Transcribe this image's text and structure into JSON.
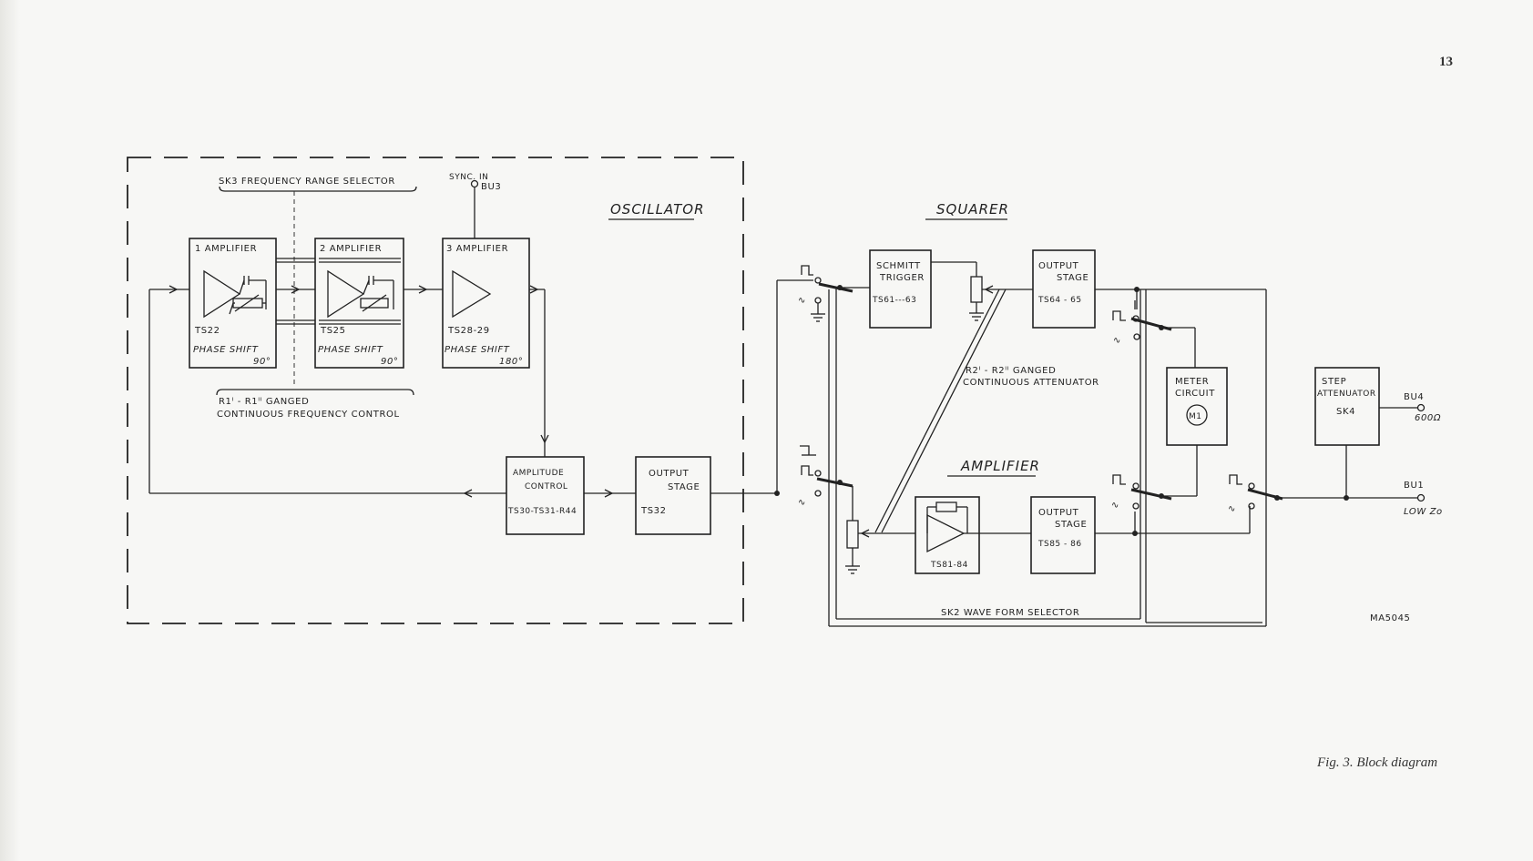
{
  "page": {
    "number": "13",
    "caption": "Fig. 3. Block diagram",
    "drawing_ref": "MA5045"
  },
  "sections": {
    "oscillator": "OSCILLATOR",
    "squarer": "SQUARER",
    "amplifier": "AMPLIFIER"
  },
  "selectors": {
    "sk3": "SK3 FREQUENCY RANGE SELECTOR",
    "sk2": "SK2 WAVE FORM SELECTOR",
    "sync_in": "SYNC. IN",
    "bu3": "BU3"
  },
  "frequency_control": {
    "line1": "R1ᴵ - R1ᴵᴵ GANGED",
    "line2": "CONTINUOUS FREQUENCY CONTROL"
  },
  "attenuator_control": {
    "line1": "R2ᴵ - R2ᴵᴵ GANGED",
    "line2": "CONTINUOUS ATTENUATOR"
  },
  "blocks": {
    "amp1": {
      "title": "1 AMPLIFIER",
      "ref": "TS22",
      "phase": "PHASE SHIFT",
      "angle": "90°"
    },
    "amp2": {
      "title": "2 AMPLIFIER",
      "ref": "TS25",
      "phase": "PHASE SHIFT",
      "angle": "90°"
    },
    "amp3": {
      "title": "3 AMPLIFIER",
      "ref": "TS28-29",
      "phase": "PHASE SHIFT",
      "angle": "180°"
    },
    "amplitude_control": {
      "line1": "AMPLITUDE",
      "line2": "CONTROL",
      "ref": "TS30-TS31-R44"
    },
    "osc_output_stage": {
      "line1": "OUTPUT",
      "line2": "STAGE",
      "ref": "TS32"
    },
    "schmitt_trigger": {
      "line1": "SCHMITT",
      "line2": "TRIGGER",
      "ref": "TS61---63"
    },
    "sq_output_stage": {
      "line1": "OUTPUT",
      "line2": "STAGE",
      "ref": "TS64 - 65"
    },
    "amp_stage": {
      "ref": "TS81-84"
    },
    "amp_output_stage": {
      "line1": "OUTPUT",
      "line2": "STAGE",
      "ref": "TS85 - 86"
    },
    "meter_circuit": {
      "line1": "METER",
      "line2": "CIRCUIT",
      "meter": "M1"
    },
    "step_attenuator": {
      "line1": "STEP",
      "line2": "ATTENUATOR",
      "ref": "SK4"
    }
  },
  "outputs": {
    "bu4": {
      "name": "BU4",
      "impedance": "600Ω"
    },
    "bu1": {
      "name": "BU1",
      "impedance": "LOW Zo"
    }
  },
  "symbols": {
    "sine": "∿"
  }
}
